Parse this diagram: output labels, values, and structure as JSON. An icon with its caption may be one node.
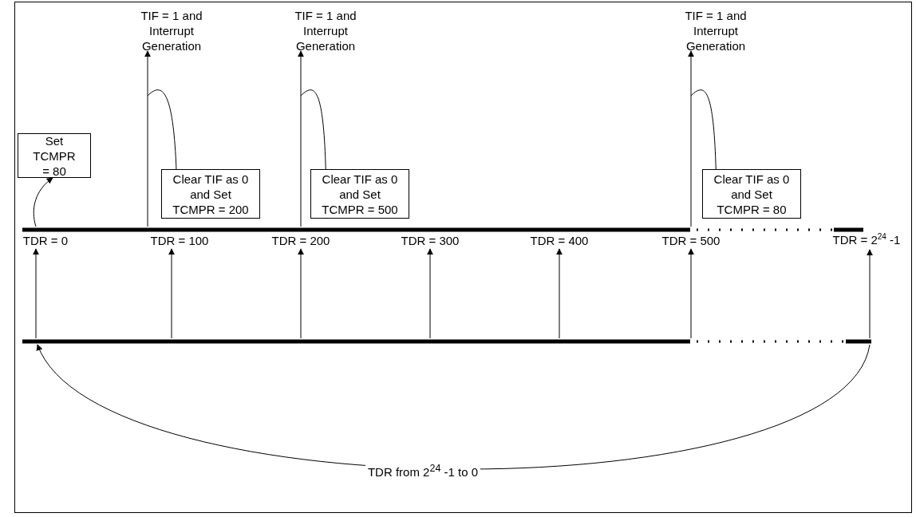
{
  "diagram": {
    "nodes": [
      {
        "text": [
          "TIF = 1 and Interrupt Generation"
        ]
      },
      {
        "text": [
          "TIF = 1 and Interrupt Generation"
        ]
      },
      {
        "text": [
          "TIF = 1 and Interrupt Generation"
        ]
      },
      {
        "text": [
          "Set TCMPR = 80"
        ]
      },
      {
        "text": [
          "Clear TIF as 0 and Set TCMPR = 200"
        ]
      },
      {
        "text": [
          "Clear TIF as 0 and Set TCMPR = 500"
        ]
      },
      {
        "text": [
          "Clear TIF as 0 and Set TCMPR = 80"
        ]
      },
      {
        "text": [],
        "shape": "bar"
      },
      {
        "text": [
          "TDR = 0"
        ]
      },
      {
        "text": [
          "TDR = 100"
        ]
      },
      {
        "text": [
          "TDR = 200"
        ]
      },
      {
        "text": [
          "TDR = 300"
        ]
      },
      {
        "text": [
          "TDR = 400"
        ]
      },
      {
        "text": [
          "TDR = 500"
        ]
      },
      {
        "text": [
          "TDR = 2$^{24}$ -1"
        ]
      },
      {
        "text": [],
        "shape": "bar"
      }
    ],
    "edges": [
      {
        "from": 7,
        "to": 0,
        "arrow": "to"
      },
      {
        "from": 7,
        "to": 1,
        "arrow": "to"
      },
      {
        "from": 7,
        "to": 2,
        "arrow": "to"
      },
      {
        "from": 7,
        "to": 3,
        "arrow": "to"
      },
      {
        "from": null,
        "to": 4,
        "arrow": "to"
      },
      {
        "from": null,
        "to": 5,
        "arrow": "to"
      },
      {
        "from": null,
        "to": 6,
        "arrow": "to"
      },
      {
        "from": 15,
        "to": 8,
        "arrow": "to"
      },
      {
        "from": 15,
        "to": 9,
        "arrow": "to"
      },
      {
        "from": 15,
        "to": 10,
        "arrow": "to"
      },
      {
        "from": 15,
        "to": 11,
        "arrow": "to"
      },
      {
        "from": 15,
        "to": 12,
        "arrow": "to"
      },
      {
        "from": 15,
        "to": 13,
        "arrow": "to"
      },
      {
        "from": 15,
        "to": 14,
        "arrow": "to"
      },
      {
        "from": 15,
        "to": 15,
        "arrow": "to",
        "label": "TDR from 2$^{24}$ -1 to 0"
      }
    ]
  }
}
